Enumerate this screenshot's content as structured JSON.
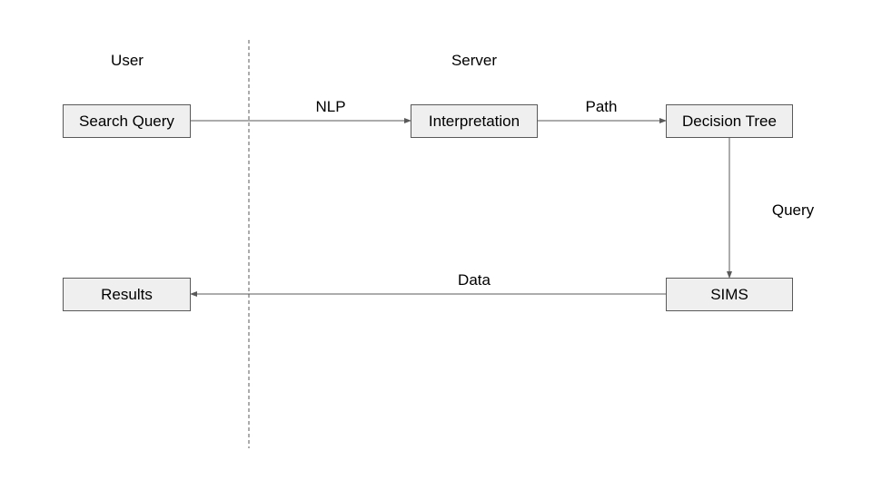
{
  "lanes": {
    "user": "User",
    "server": "Server"
  },
  "nodes": {
    "search_query": "Search Query",
    "interpretation": "Interpretation",
    "decision_tree": "Decision Tree",
    "sims": "SIMS",
    "results": "Results"
  },
  "edges": {
    "nlp": "NLP",
    "path": "Path",
    "query": "Query",
    "data": "Data"
  },
  "colors": {
    "box_fill": "#efefef",
    "box_border": "#595959",
    "line": "#595959",
    "divider": "#595959"
  }
}
